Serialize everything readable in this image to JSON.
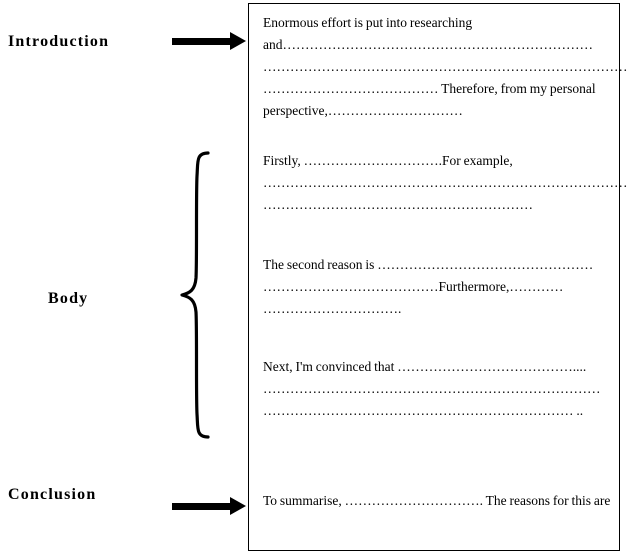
{
  "labels": {
    "introduction": "Introduction",
    "body": "Body",
    "conclusion": "Conclusion"
  },
  "document": {
    "paragraphs": {
      "introduction": "Enormous effort is put into researching and…………………………………………………………… ………………………………………………………………………………… ………………………………… Therefore, from my personal perspective,…………………………",
      "body_first": "Firstly, ………………………….For example, ………………………………………………………………………… ……………………………………………………",
      "body_second": "The second reason is ………………………………………… …………………………………Furthermore,………… ………………………….",
      "body_next": "Next, I'm convinced that ………………………………….... ………………………………………………………………… …………………………………………………………… ..",
      "conclusion": "To summarise, …………………………. The reasons for this are"
    }
  }
}
